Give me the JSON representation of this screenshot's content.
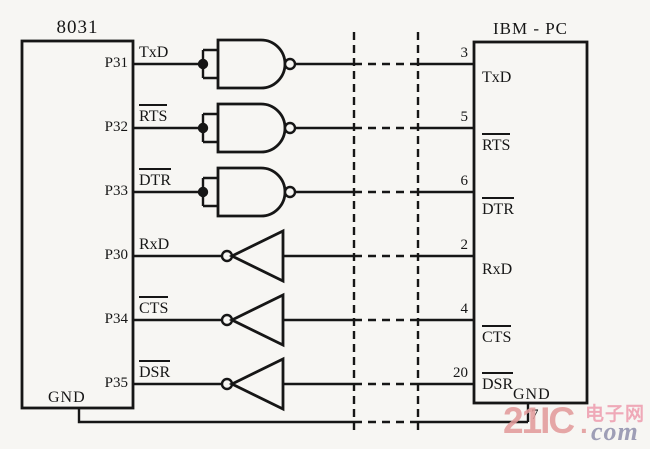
{
  "left_chip": {
    "title": "8031",
    "gnd_label": "GND"
  },
  "right_chip": {
    "title": "IBM - PC",
    "gnd_label": "GND",
    "gnd_pin": "7"
  },
  "rows": [
    {
      "left_pin": "P31",
      "left_signal": "TxD",
      "gate": "nand-buffer",
      "right_pin": "3",
      "right_signal": "TxD",
      "active_low": false
    },
    {
      "left_pin": "P32",
      "left_signal": "RTS",
      "gate": "nand-buffer",
      "right_pin": "5",
      "right_signal": "RTS",
      "active_low": true
    },
    {
      "left_pin": "P33",
      "left_signal": "DTR",
      "gate": "nand-buffer",
      "right_pin": "6",
      "right_signal": "DTR",
      "active_low": true
    },
    {
      "left_pin": "P30",
      "left_signal": "RxD",
      "gate": "inverter",
      "right_pin": "2",
      "right_signal": "RxD",
      "active_low": false
    },
    {
      "left_pin": "P34",
      "left_signal": "CTS",
      "gate": "inverter",
      "right_pin": "4",
      "right_signal": "CTS",
      "active_low": true
    },
    {
      "left_pin": "P35",
      "left_signal": "DSR",
      "gate": "inverter",
      "right_pin": "20",
      "right_signal": "DSR",
      "active_low": true
    }
  ],
  "watermark": {
    "brand": "21IC",
    "cn": "电子网",
    "dot": ".",
    "suffix": "com"
  },
  "colors": {
    "line": "#161616",
    "background": "#f7f6f3",
    "watermark_brand": "#e39c9c",
    "watermark_cn": "#ee9fb0",
    "watermark_suffix": "#9292ae"
  }
}
